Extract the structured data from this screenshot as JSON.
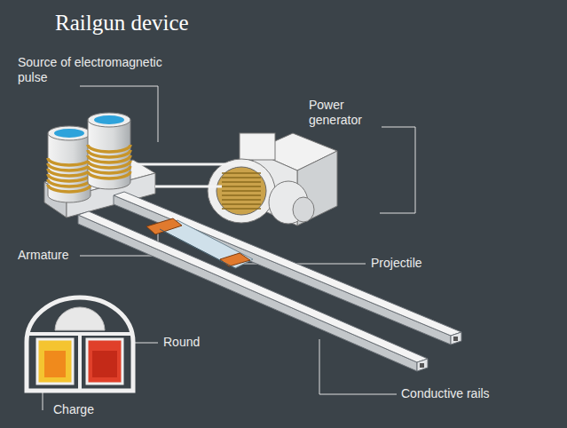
{
  "diagram": {
    "title": "Railgun device",
    "labels": [
      "Source of electromagnetic pulse",
      "Power generator",
      "Armature",
      "Projectile",
      "Round",
      "Charge",
      "Conductive rails"
    ]
  }
}
